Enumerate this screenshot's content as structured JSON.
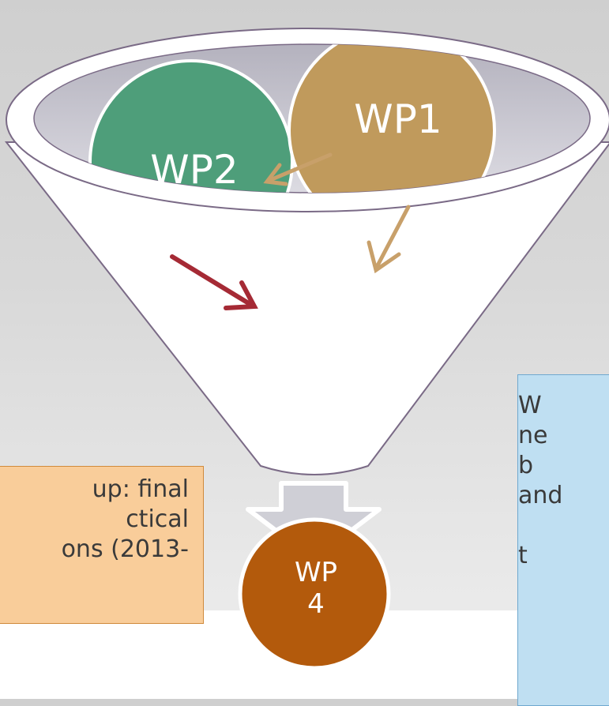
{
  "circles": {
    "wp1": "WP1",
    "wp2": "WP2",
    "wp4_line1": "WP",
    "wp4_line2": "4"
  },
  "boxes": {
    "left_text": "up: final\nctical\nons (2013-",
    "right_text": "   W\n ne\n    b\nand\n\n     t"
  },
  "colors": {
    "wp1": "#c09a5c",
    "wp2": "#4e9e7a",
    "wp4": "#b35a0c",
    "red_arrow": "#a52a35",
    "tan_arrow": "#c8a06a",
    "funnel_outline": "#7a6a86"
  }
}
